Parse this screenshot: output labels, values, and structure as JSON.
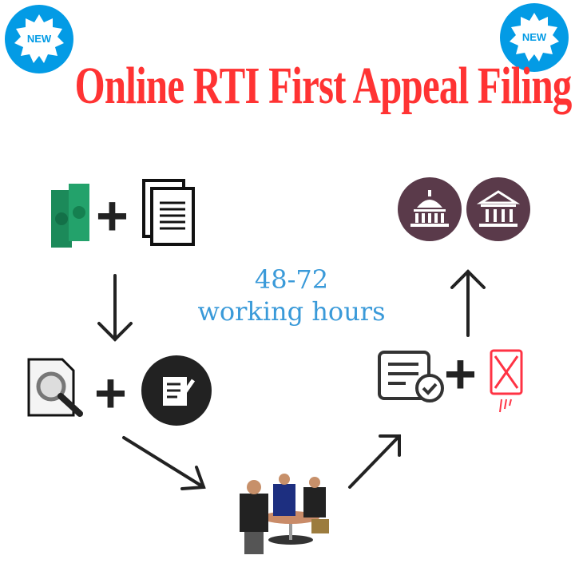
{
  "title": "Online RTI First Appeal Filing",
  "badges": [
    {
      "label": "NEW"
    },
    {
      "label": "NEW"
    }
  ],
  "center_text": {
    "line1": "48-72",
    "line2": "working hours"
  },
  "colors": {
    "title": "#ff3333",
    "badge": "#039be5",
    "center_text": "#3a9ad9",
    "building_circle": "#5a3a4a"
  },
  "steps": [
    {
      "icons": [
        "money-icon",
        "documents-icon"
      ]
    },
    {
      "icons": [
        "document-search-icon",
        "edit-form-icon"
      ]
    },
    {
      "icons": [
        "officials-meeting-icon"
      ]
    },
    {
      "icons": [
        "approved-document-icon",
        "mail-send-icon"
      ]
    },
    {
      "icons": [
        "parliament-building-icon",
        "government-building-icon"
      ]
    }
  ]
}
